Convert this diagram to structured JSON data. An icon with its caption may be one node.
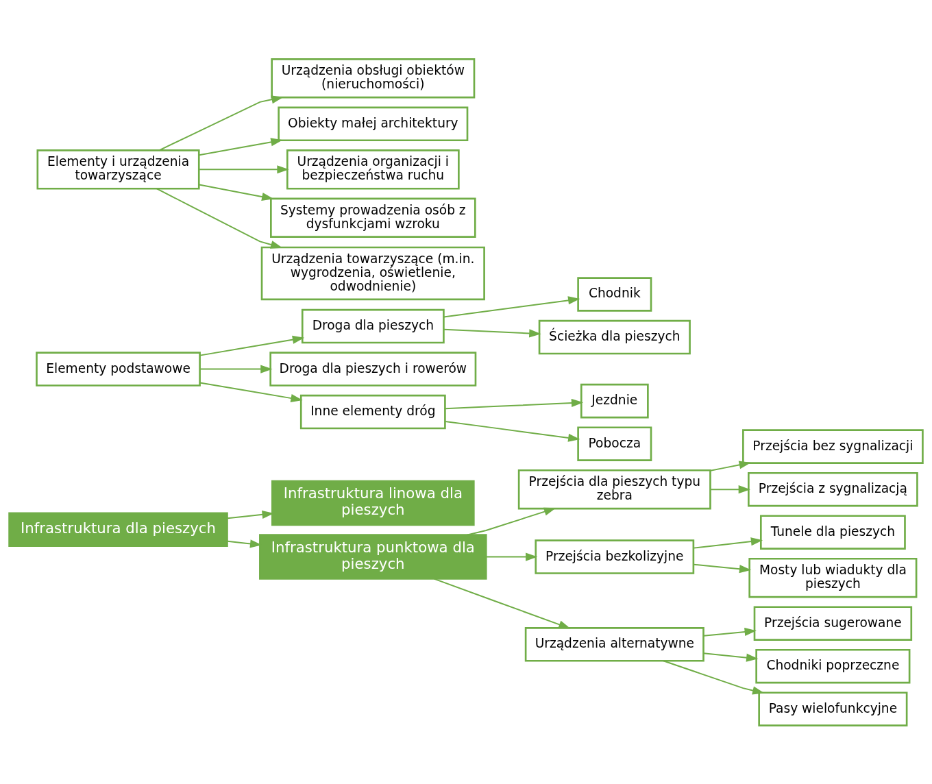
{
  "diagram": {
    "nodes": [
      {
        "text": [
          "Infrastruktura dla pieszych"
        ]
      },
      {
        "text": [
          "Infrastruktura linowa dla pieszych"
        ]
      },
      {
        "text": [
          "Infrastruktura punktowa dla pieszych"
        ]
      },
      {
        "text": [
          "Elementy podstawowe"
        ]
      },
      {
        "text": [
          "Droga dla pieszych"
        ]
      },
      {
        "text": [
          "Chodnik"
        ]
      },
      {
        "text": [
          "Ścieżka dla pieszych"
        ]
      },
      {
        "text": [
          "Droga dla pieszych i rowerów"
        ]
      },
      {
        "text": [
          "Inne elementy dróg"
        ]
      },
      {
        "text": [
          "Jezdnie"
        ]
      },
      {
        "text": [
          "Pobocza"
        ]
      },
      {
        "text": [
          "Elementy i urządzenia towarzyszące"
        ]
      },
      {
        "text": [
          "Urządzenia obsługi obiektów (nieruchomości)"
        ]
      },
      {
        "text": [
          "Obiekty małej architektury"
        ]
      },
      {
        "text": [
          "Urządzenia organizacji i bezpieczeństwa ruchu"
        ]
      },
      {
        "text": [
          "Systemy prowadzenia osób z dysfunkcjami wzroku"
        ]
      },
      {
        "text": [
          "Urządzenia towarzyszące (m.in. wygrodzenia, oświetlenie, odwodnienie)"
        ]
      },
      {
        "text": [
          "Przejścia dla pieszych typu zebra"
        ]
      },
      {
        "text": [
          "Przejścia bez sygnalizacji"
        ]
      },
      {
        "text": [
          "Przejścia z sygnalizacją"
        ]
      },
      {
        "text": [
          "Przejścia bezkolizyjne"
        ]
      },
      {
        "text": [
          "Tunele dla pieszych"
        ]
      },
      {
        "text": [
          "Mosty lub wiadukty dla pieszych"
        ]
      },
      {
        "text": [
          "Urządzenia alternatywne"
        ]
      },
      {
        "text": [
          "Przejścia sugerowane"
        ]
      },
      {
        "text": [
          "Chodniki poprzeczne"
        ]
      },
      {
        "text": [
          "Pasy wielofunkcyjne"
        ]
      }
    ],
    "edges": [
      {
        "from": 0,
        "to": 1,
        "arrow": "to"
      },
      {
        "from": 0,
        "to": 2,
        "arrow": "to"
      },
      {
        "from": 3,
        "to": 4,
        "arrow": "to"
      },
      {
        "from": 4,
        "to": 5,
        "arrow": "to"
      },
      {
        "from": 4,
        "to": 6,
        "arrow": "to"
      },
      {
        "from": 3,
        "to": 7,
        "arrow": "to"
      },
      {
        "from": 3,
        "to": 8,
        "arrow": "to"
      },
      {
        "from": 8,
        "to": 9,
        "arrow": "to"
      },
      {
        "from": 8,
        "to": 10,
        "arrow": "to"
      },
      {
        "from": 11,
        "to": 12,
        "arrow": "to"
      },
      {
        "from": 11,
        "to": 13,
        "arrow": "to"
      },
      {
        "from": 11,
        "to": 14,
        "arrow": "to"
      },
      {
        "from": 11,
        "to": 15,
        "arrow": "to"
      },
      {
        "from": 11,
        "to": 16,
        "arrow": "to"
      },
      {
        "from": 2,
        "to": 17,
        "arrow": "to"
      },
      {
        "from": 17,
        "to": 18,
        "arrow": "to"
      },
      {
        "from": 17,
        "to": 19,
        "arrow": "to"
      },
      {
        "from": 2,
        "to": 20,
        "arrow": "to"
      },
      {
        "from": 20,
        "to": 21,
        "arrow": "to"
      },
      {
        "from": 20,
        "to": 22,
        "arrow": "to"
      },
      {
        "from": 2,
        "to": 23,
        "arrow": "to"
      },
      {
        "from": 23,
        "to": 24,
        "arrow": "to"
      },
      {
        "from": 23,
        "to": 25,
        "arrow": "to"
      },
      {
        "from": 23,
        "to": 26,
        "arrow": "to"
      }
    ]
  }
}
